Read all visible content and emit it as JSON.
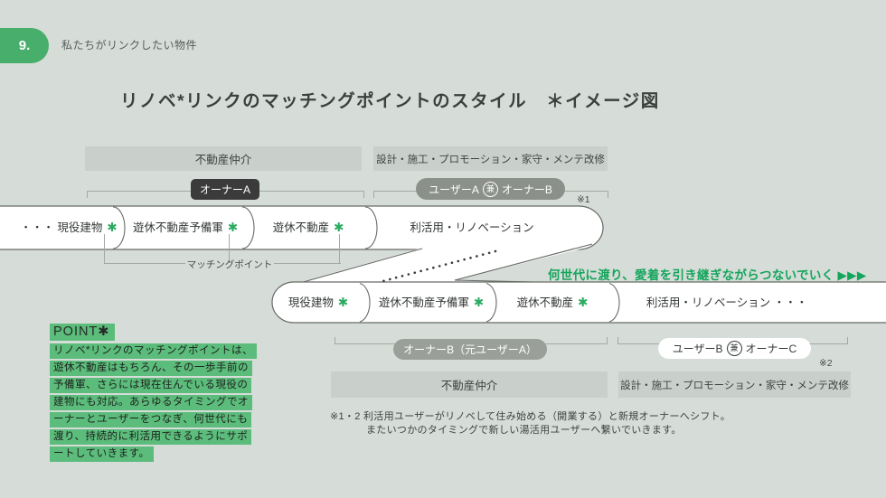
{
  "header": {
    "badge_number": "9.",
    "label": "私たちがリンクしたい物件"
  },
  "title": "リノベ*リンクのマッチングポイントのスタイル　＊イメージ図",
  "top_section": {
    "realtor_box": "不動産仲介",
    "services_box": "設計・施工・プロモーション・家守・メンテ改修",
    "owner_a": "オーナーA",
    "user_a": {
      "left": "ユーザーA",
      "kane": "兼",
      "right": "オーナーB"
    },
    "note": "※1"
  },
  "row1": {
    "links": [
      {
        "text": "・・・ 現役建物",
        "ast": "✱"
      },
      {
        "text": "遊休不動産予備軍",
        "ast": "✱"
      },
      {
        "text": "遊休不動産",
        "ast": "✱"
      },
      {
        "text": "利活用・リノベーション",
        "ast": ""
      }
    ],
    "matching_point": "マッチングポイント"
  },
  "flow_text": "何世代に渡り、愛着を引き継ぎながらつないでいく ▶▶▶",
  "row2": {
    "links": [
      {
        "text": "現役建物",
        "ast": "✱"
      },
      {
        "text": "遊休不動産予備軍",
        "ast": "✱"
      },
      {
        "text": "遊休不動産",
        "ast": "✱"
      },
      {
        "text": "利活用・リノベーション ・・・",
        "ast": ""
      }
    ]
  },
  "bottom_section": {
    "owner_b": "オーナーB（元ユーザーA）",
    "user_b": {
      "left": "ユーザーB",
      "kane": "兼",
      "right": "オーナーC"
    },
    "note": "※2",
    "realtor_box": "不動産仲介",
    "services_box": "設計・施工・プロモーション・家守・メンテ改修"
  },
  "point": {
    "heading": "POINT✱",
    "lines": [
      "リノベ*リンクのマッチングポイントは、",
      "遊休不動産はもちろん、その一歩手前の",
      "予備軍、さらには現在住んでいる現役の",
      "建物にも対応。あらゆるタイミングでオ",
      "ーナーとユーザーをつなぎ、何世代にも",
      "渡り、持続的に利活用できるようにサポ",
      "ートしていきます。"
    ]
  },
  "footnote": {
    "line1": "※1・2 利活用ユーザーがリノベして住み始める（開業する）と新規オーナーへシフト。",
    "line2": "またいつかのタイミングで新しい湯活用ユーザーへ繋いでいきます。"
  },
  "colors": {
    "background": "#d6dcd7",
    "badge_green": "#48ae6b",
    "highlight_green": "#5cbc7b",
    "flow_text_green": "#14a55c",
    "asterisk_green": "#2aab60",
    "box_gray": "#c9cfca",
    "owner_a_dark": "#3b3b3b",
    "user_a_gray": "#8c908b",
    "owner_b_gray": "#9b9f9a"
  }
}
